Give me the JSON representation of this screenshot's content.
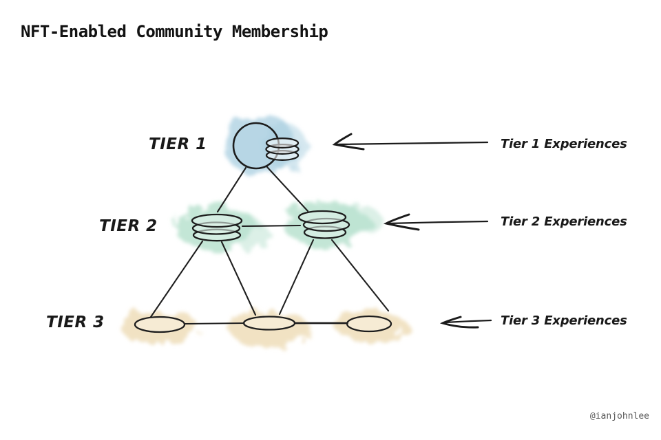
{
  "title": "NFT-Enabled Community Membership",
  "credit": "@ianjohnlee",
  "tiers": [
    {
      "label": "TIER 1",
      "annotation": "Tier 1 Experiences",
      "node_count": 1,
      "node_type": "circle-with-token-stack",
      "highlight_color": "#a9cfe0"
    },
    {
      "label": "TIER 2",
      "annotation": "Tier 2 Experiences",
      "node_count": 2,
      "node_type": "token-stack",
      "highlight_color": "#b9e2cf"
    },
    {
      "label": "TIER 3",
      "annotation": "Tier 3 Experiences",
      "node_count": 3,
      "node_type": "ellipse",
      "highlight_color": "#efddb9"
    }
  ],
  "ink_color": "#1d1d1d"
}
